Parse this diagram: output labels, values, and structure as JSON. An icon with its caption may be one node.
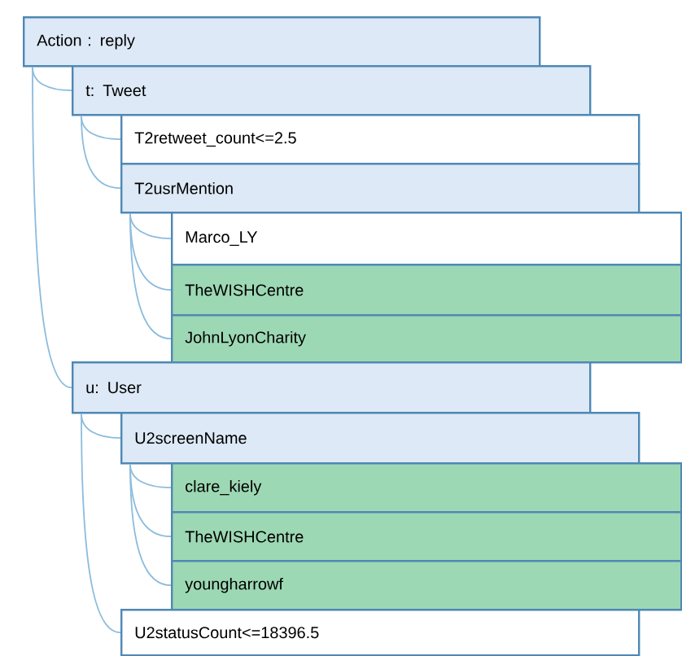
{
  "diagram": {
    "nodes": [
      {
        "text": [
          "Action : reply"
        ]
      },
      {
        "text": [
          "t: Tweet"
        ]
      },
      {
        "text": [
          "T2retweet_count<=2.5"
        ]
      },
      {
        "text": [
          "T2usrMention"
        ]
      },
      {
        "text": [
          "Marco_LY"
        ]
      },
      {
        "text": [
          "TheWISHCentre"
        ]
      },
      {
        "text": [
          "JohnLyonCharity"
        ]
      },
      {
        "text": [
          "u: User"
        ]
      },
      {
        "text": [
          "U2screenName"
        ]
      },
      {
        "text": [
          "clare_kiely"
        ]
      },
      {
        "text": [
          "TheWISHCentre"
        ]
      },
      {
        "text": [
          "youngharrowf"
        ]
      },
      {
        "text": [
          "U2statusCount<=18396.5"
        ]
      }
    ],
    "edges": [
      {
        "from": 0,
        "to": 1,
        "arrow": "none"
      },
      {
        "from": 0,
        "to": 7,
        "arrow": "none"
      },
      {
        "from": 1,
        "to": 2,
        "arrow": "none"
      },
      {
        "from": 1,
        "to": 3,
        "arrow": "none"
      },
      {
        "from": 3,
        "to": 4,
        "arrow": "none"
      },
      {
        "from": 3,
        "to": 5,
        "arrow": "none"
      },
      {
        "from": 3,
        "to": 6,
        "arrow": "none"
      },
      {
        "from": 7,
        "to": 8,
        "arrow": "none"
      },
      {
        "from": 7,
        "to": 12,
        "arrow": "none"
      },
      {
        "from": 8,
        "to": 9,
        "arrow": "none"
      },
      {
        "from": 8,
        "to": 10,
        "arrow": "none"
      },
      {
        "from": 8,
        "to": 11,
        "arrow": "none"
      }
    ]
  }
}
